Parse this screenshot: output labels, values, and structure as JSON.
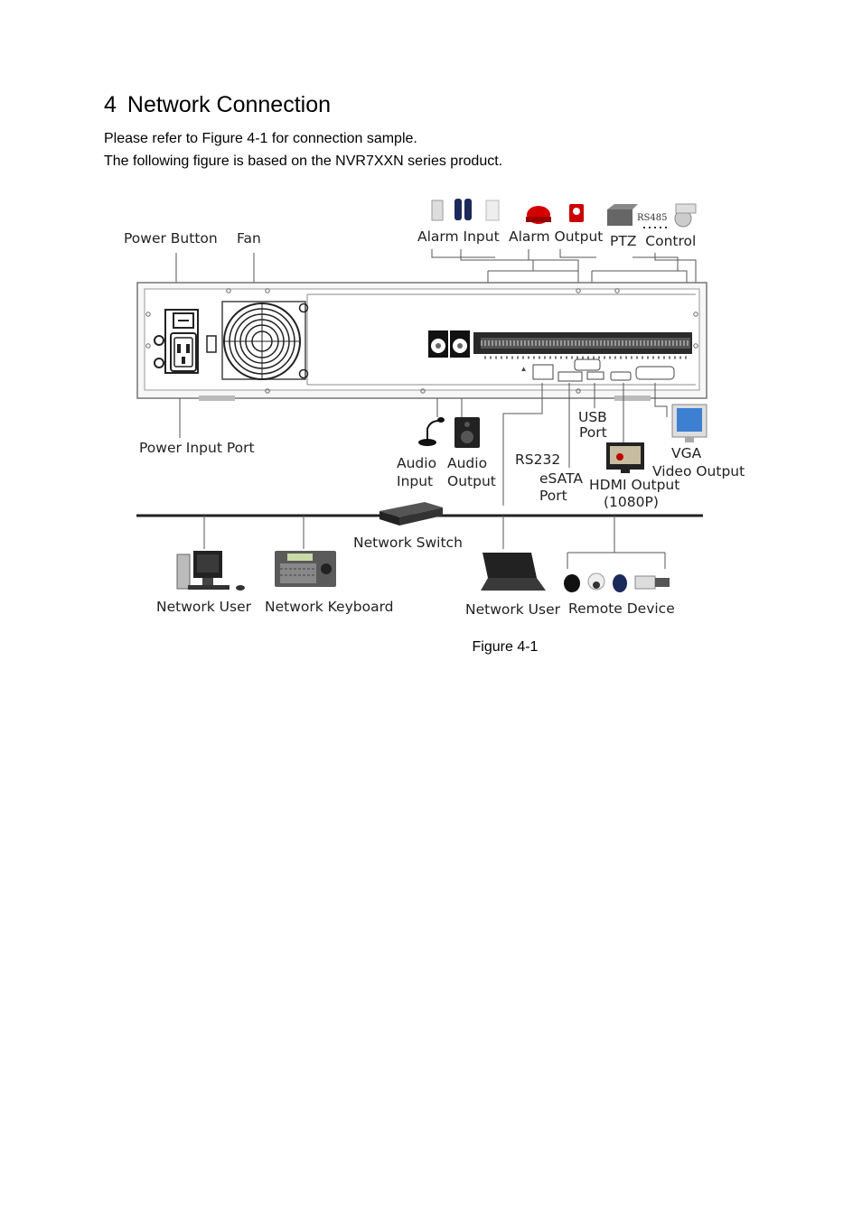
{
  "section": {
    "number": "4",
    "title": "Network Connection"
  },
  "paragraphs": [
    "Please refer to Figure 4-1 for connection sample.",
    "The following figure is based on the NVR7XXN series product."
  ],
  "figure": {
    "labels": {
      "power_button": "Power Button",
      "fan": "Fan",
      "alarm_input": "Alarm Input",
      "alarm_output": "Alarm Output",
      "ptz_control": "PTZ  Control",
      "rs485": "RS485",
      "power_input_port": "Power Input Port",
      "audio_input_1": "Audio",
      "audio_input_2": "Input",
      "audio_output_1": "Audio",
      "audio_output_2": "Output",
      "rs232": "RS232",
      "esata_1": "eSATA",
      "esata_2": "Port",
      "usb_1": "USB",
      "usb_2": "Port",
      "hdmi_1": "HDMI Output",
      "hdmi_2": "(1080P)",
      "vga_1": "VGA",
      "vga_2": "Video Output",
      "network_switch": "Network Switch",
      "network_user_left": "Network User",
      "network_keyboard": "Network Keyboard",
      "network_user_right": "Network User",
      "remote_device": "Remote Device"
    },
    "caption": "Figure 4-1"
  }
}
